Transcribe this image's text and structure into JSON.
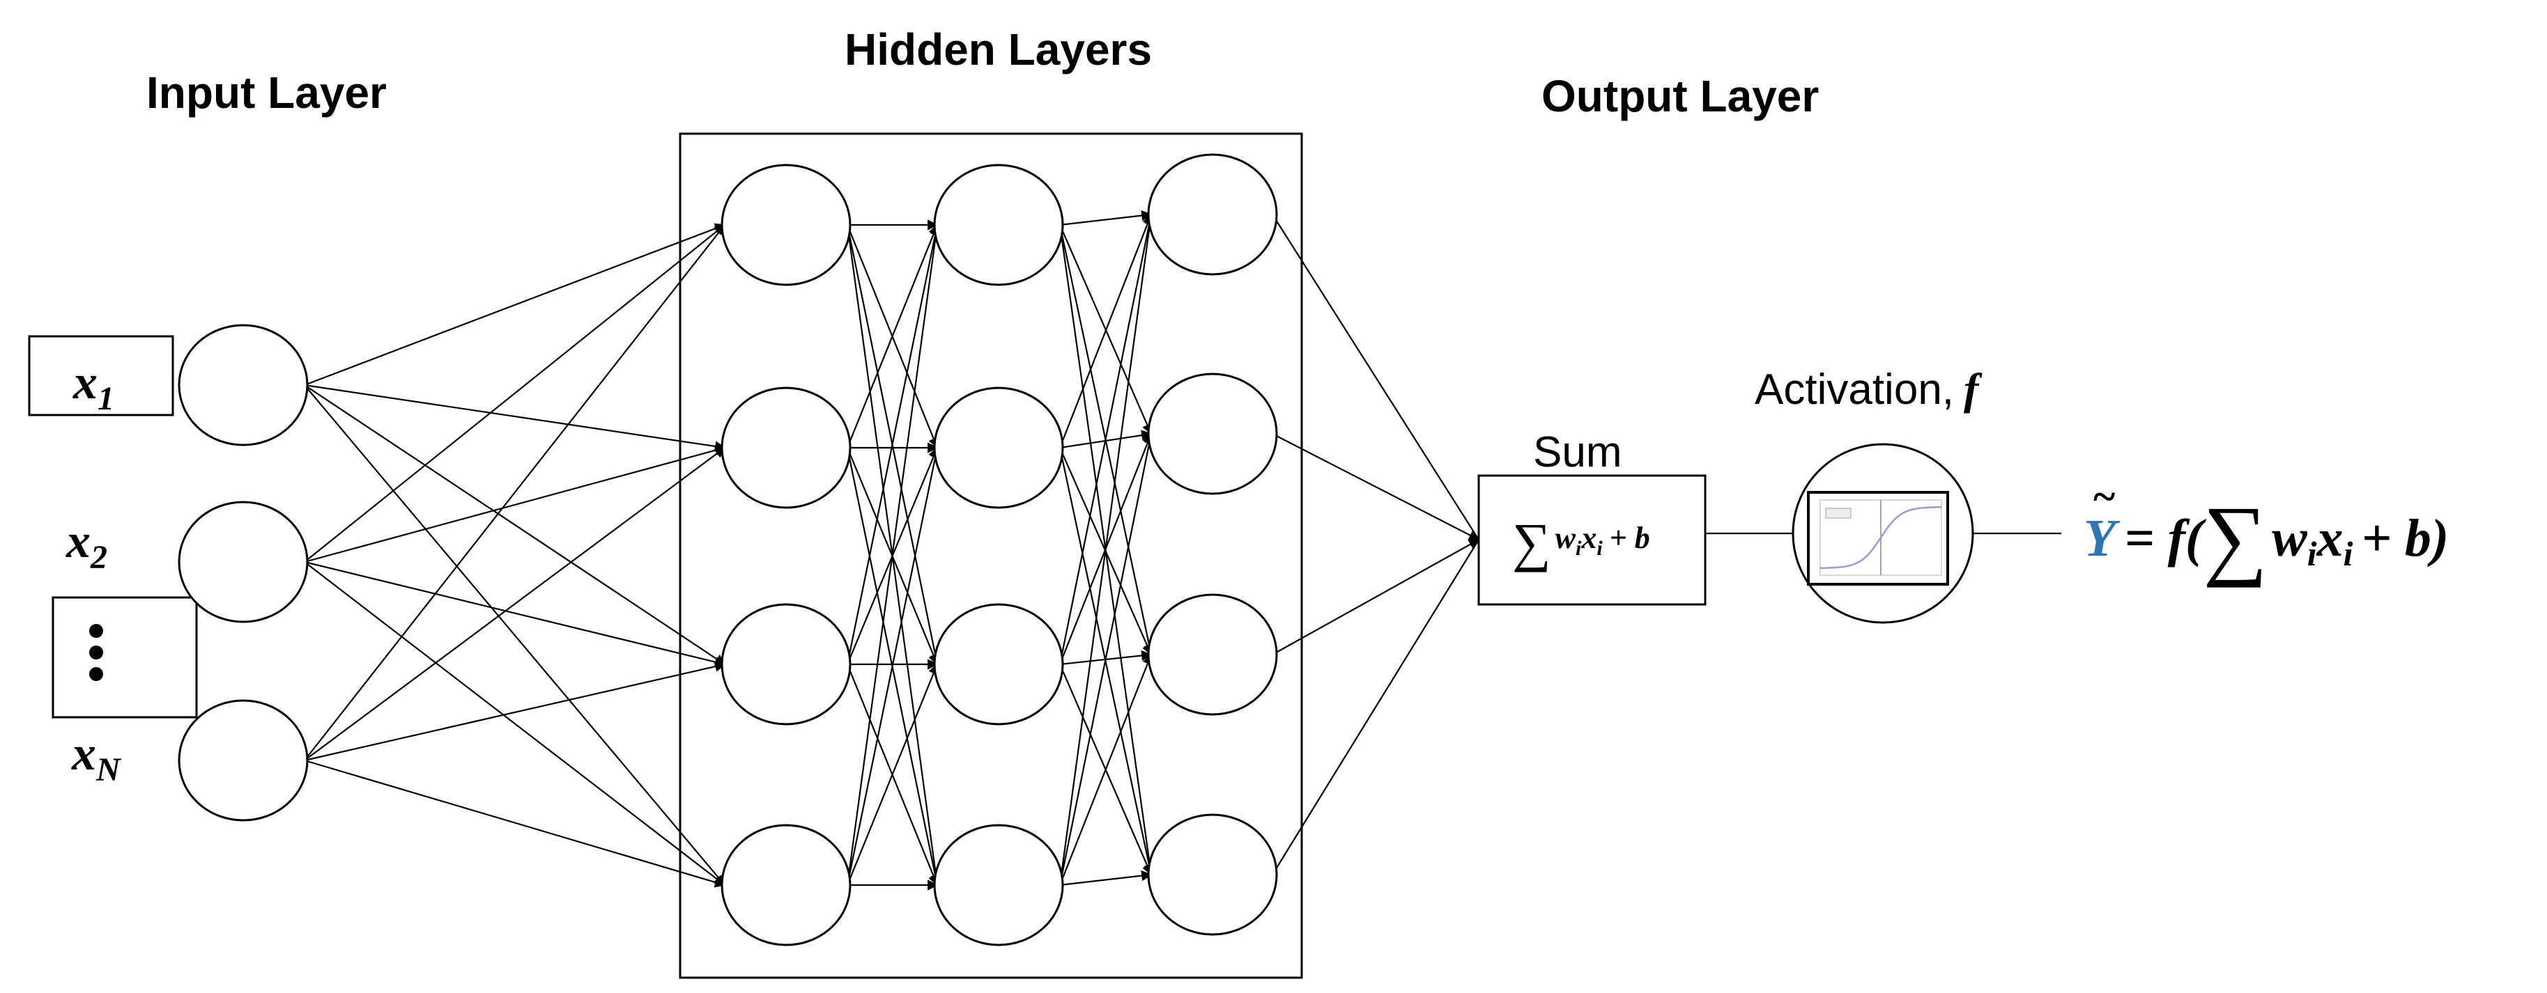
{
  "labels": {
    "input_layer": "Input Layer",
    "hidden_layers": "Hidden Layers",
    "output_layer": "Output Layer",
    "sum": "Sum",
    "activation": "Activation,",
    "activation_symbol": "f"
  },
  "inputs": {
    "x1": {
      "base": "x",
      "sub": "1"
    },
    "x2": {
      "base": "x",
      "sub": "2"
    },
    "xN": {
      "base": "x",
      "sub": "N"
    }
  },
  "sum_formula": {
    "sigma": "∑",
    "w": "w",
    "w_sub": "i",
    "x": "x",
    "x_sub": "i",
    "plus_b": "+ b"
  },
  "output_formula": {
    "y": "Y",
    "tilde": "~",
    "eq": "= f(",
    "sigma": "∑",
    "w": "w",
    "w_sub": "i",
    "x": "x",
    "x_sub": "i",
    "tail": "+ b)"
  },
  "colors": {
    "y_tilde": "#2E75B6",
    "stroke": "#000000",
    "sigmoid": "#9999dd"
  }
}
